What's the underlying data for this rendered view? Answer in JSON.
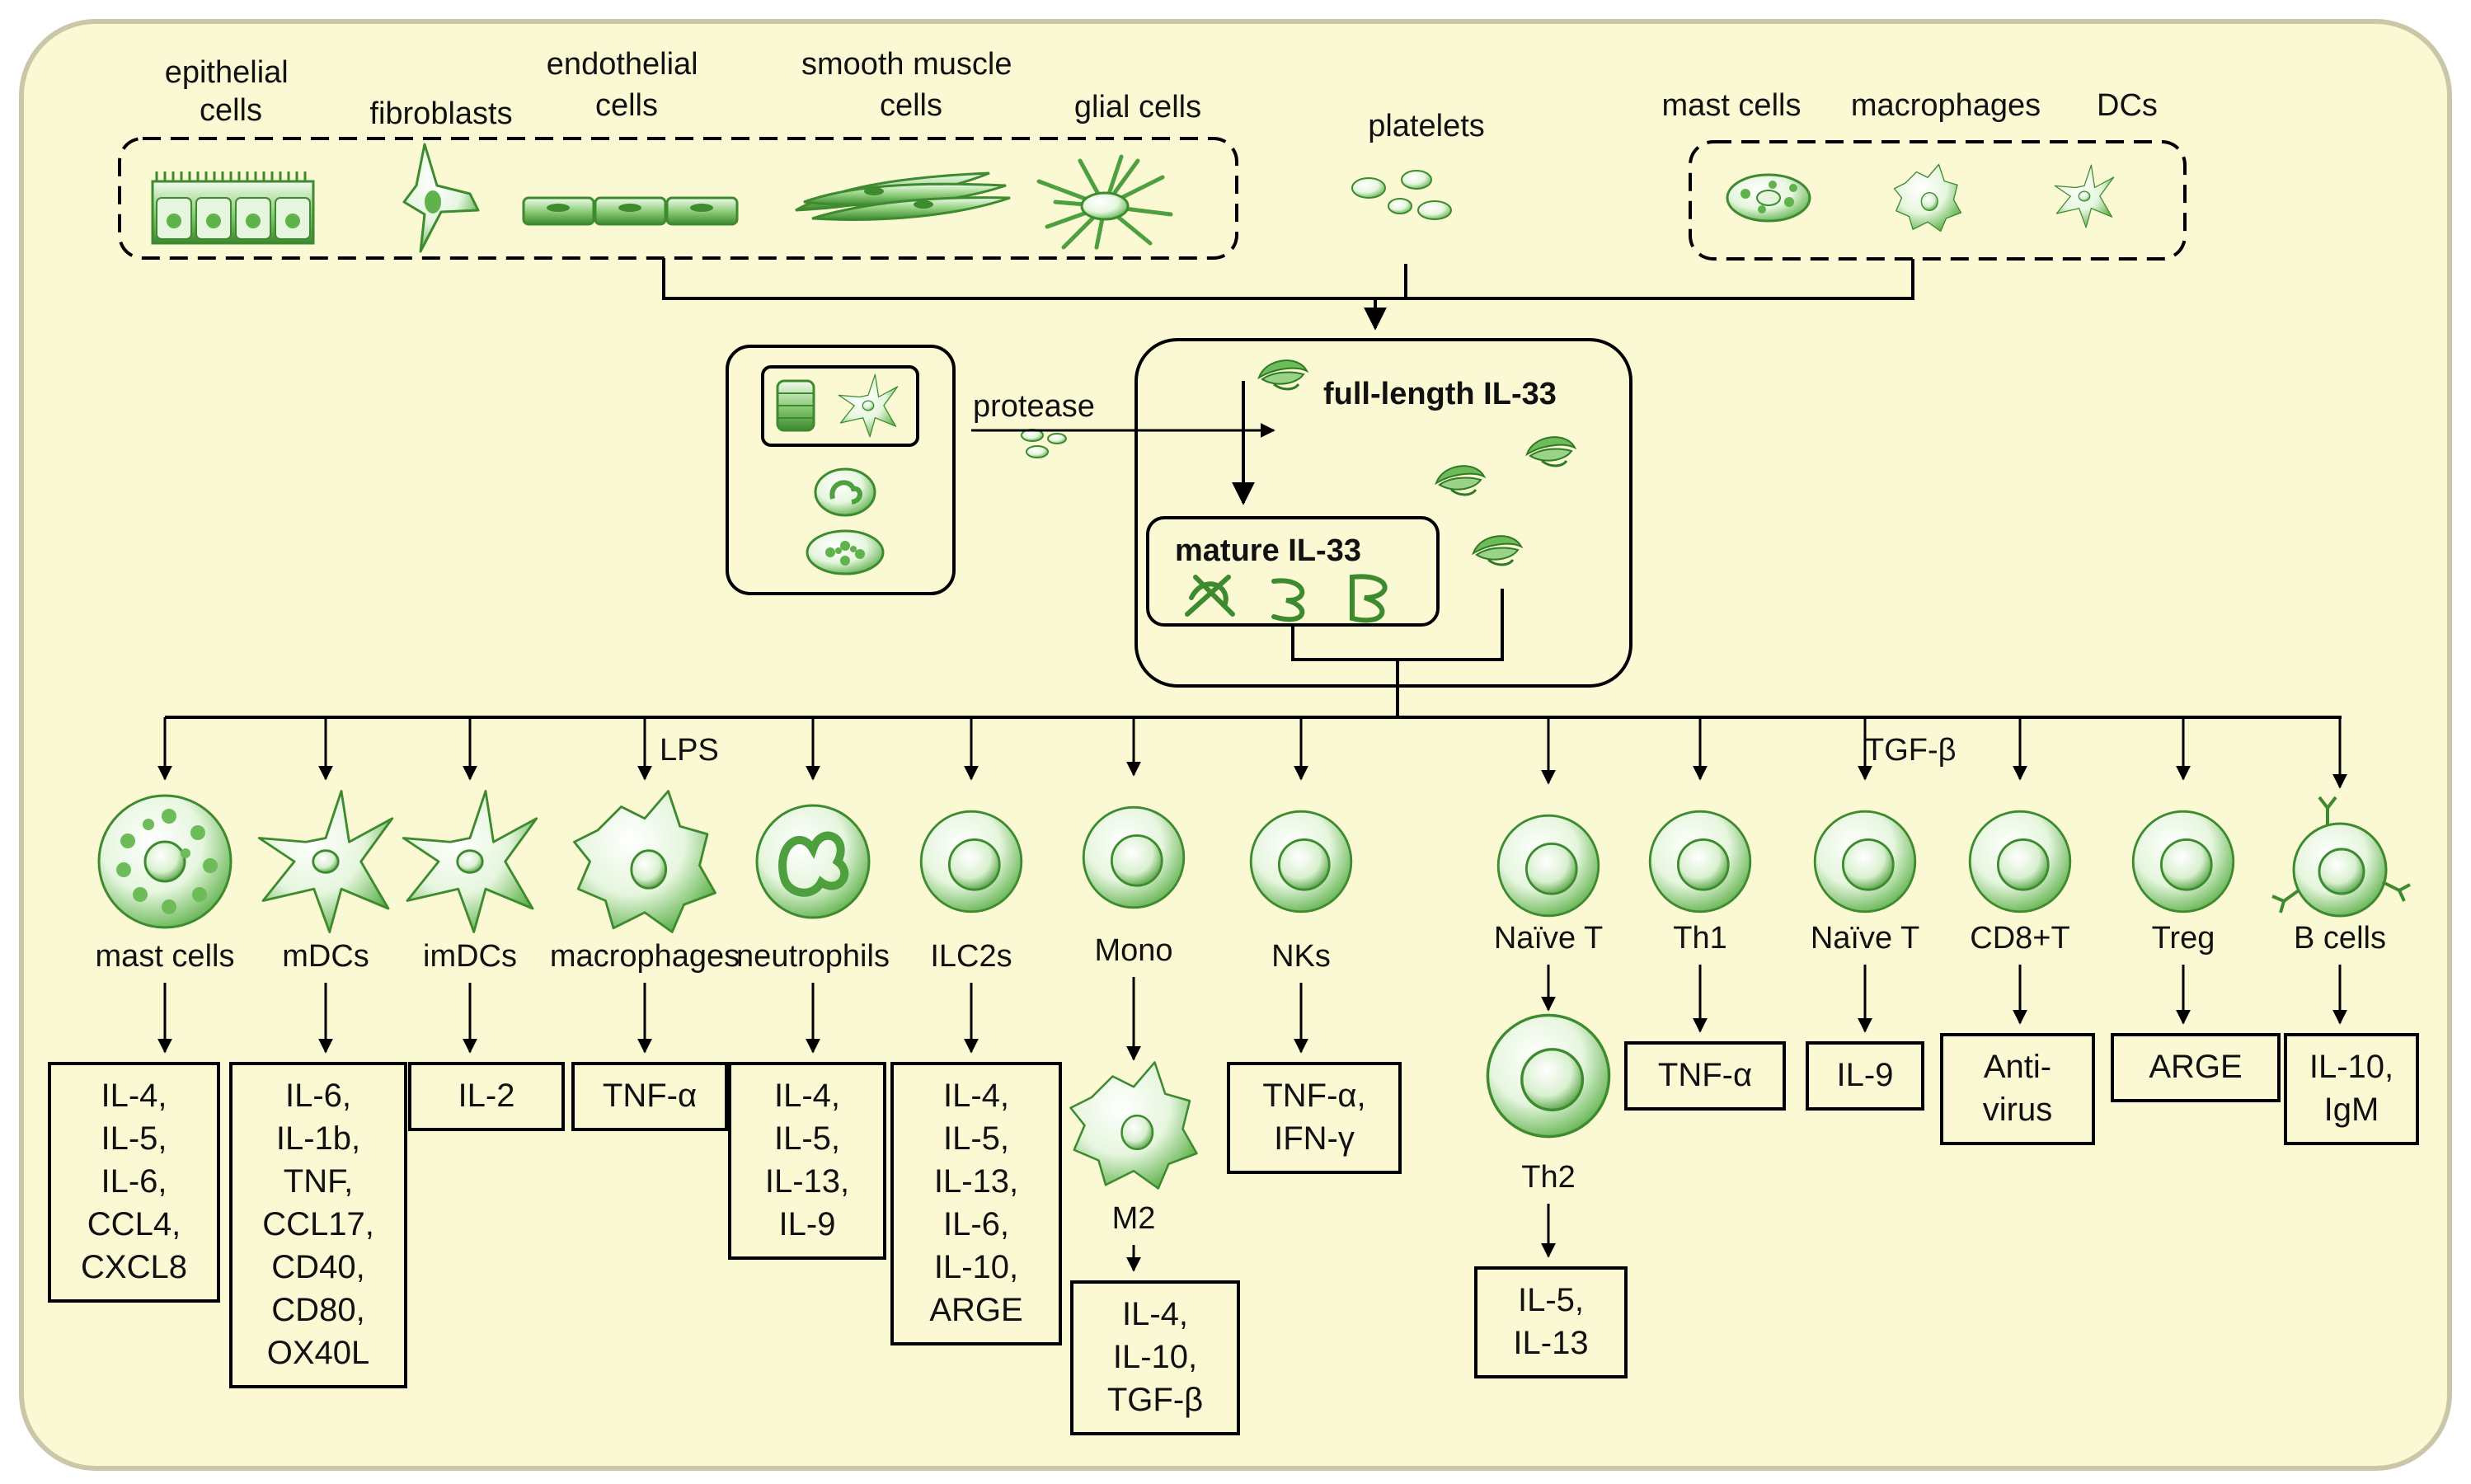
{
  "colors": {
    "panel": "#fbf9d3",
    "panel_border": "#c9c7a8",
    "cell_light": "#e6f6de",
    "cell_dark": "#5fb24c",
    "cell_outline": "#3d8a2f",
    "line": "#000000"
  },
  "sources": {
    "structural": {
      "epithelial": "epithelial cells",
      "fibroblasts": "fibroblasts",
      "endothelial": "endothelial cells",
      "smooth_muscle": "smooth muscle cells",
      "glial": "glial cells"
    },
    "platelets": "platelets",
    "immune": {
      "mast": "mast cells",
      "macrophages": "macrophages",
      "dcs": "DCs"
    }
  },
  "processing": {
    "protease": "protease",
    "full_length": "full-length IL-33",
    "mature": "mature IL-33"
  },
  "stimuli": {
    "lps": "LPS",
    "tgf": "TGF-β"
  },
  "targets": [
    {
      "label": "mast cells",
      "cell_icon": "mast-cell-icon",
      "outputs": [
        "IL-4,",
        "IL-5,",
        "IL-6,",
        "CCL4,",
        "CXCL8"
      ]
    },
    {
      "label": "mDCs",
      "cell_icon": "dendritic-cell-icon",
      "outputs": [
        "IL-6,",
        "IL-1b,",
        "TNF,",
        "CCL17,",
        "CD40,",
        "CD80,",
        "OX40L"
      ]
    },
    {
      "label": "imDCs",
      "cell_icon": "dendritic-cell-icon",
      "outputs": [
        "IL-2"
      ]
    },
    {
      "label": "macrophages",
      "cell_icon": "macrophage-icon",
      "outputs": [
        "TNF-α"
      ]
    },
    {
      "label": "neutrophils",
      "cell_icon": "neutrophil-icon",
      "outputs": [
        "IL-4,",
        "IL-5,",
        "IL-13,",
        "IL-9"
      ]
    },
    {
      "label": "ILC2s",
      "cell_icon": "round-cell-icon",
      "outputs": [
        "IL-4,",
        "IL-5,",
        "IL-13,",
        "IL-6,",
        "IL-10,",
        "ARGE"
      ]
    },
    {
      "label": "Mono",
      "cell_icon": "round-cell-icon",
      "intermediate": "M2",
      "outputs": [
        "IL-4,",
        "IL-10,",
        "TGF-β"
      ]
    },
    {
      "label": "NKs",
      "cell_icon": "round-cell-icon",
      "outputs": [
        "TNF-α,",
        "IFN-γ"
      ]
    },
    {
      "label": "Naïve T",
      "cell_icon": "round-cell-icon",
      "intermediate": "Th2",
      "outputs": [
        "IL-5,",
        "IL-13"
      ]
    },
    {
      "label": "Th1",
      "cell_icon": "round-cell-icon",
      "outputs": [
        "TNF-α"
      ]
    },
    {
      "label": "Naïve T",
      "cell_icon": "round-cell-icon",
      "outputs": [
        "IL-9"
      ]
    },
    {
      "label": "CD8+T",
      "cell_icon": "round-cell-icon",
      "outputs": [
        "Anti-",
        "virus"
      ]
    },
    {
      "label": "Treg",
      "cell_icon": "round-cell-icon",
      "outputs": [
        "ARGE"
      ]
    },
    {
      "label": "B cells",
      "cell_icon": "b-cell-icon",
      "outputs": [
        "IL-10,",
        "IgM"
      ]
    }
  ]
}
